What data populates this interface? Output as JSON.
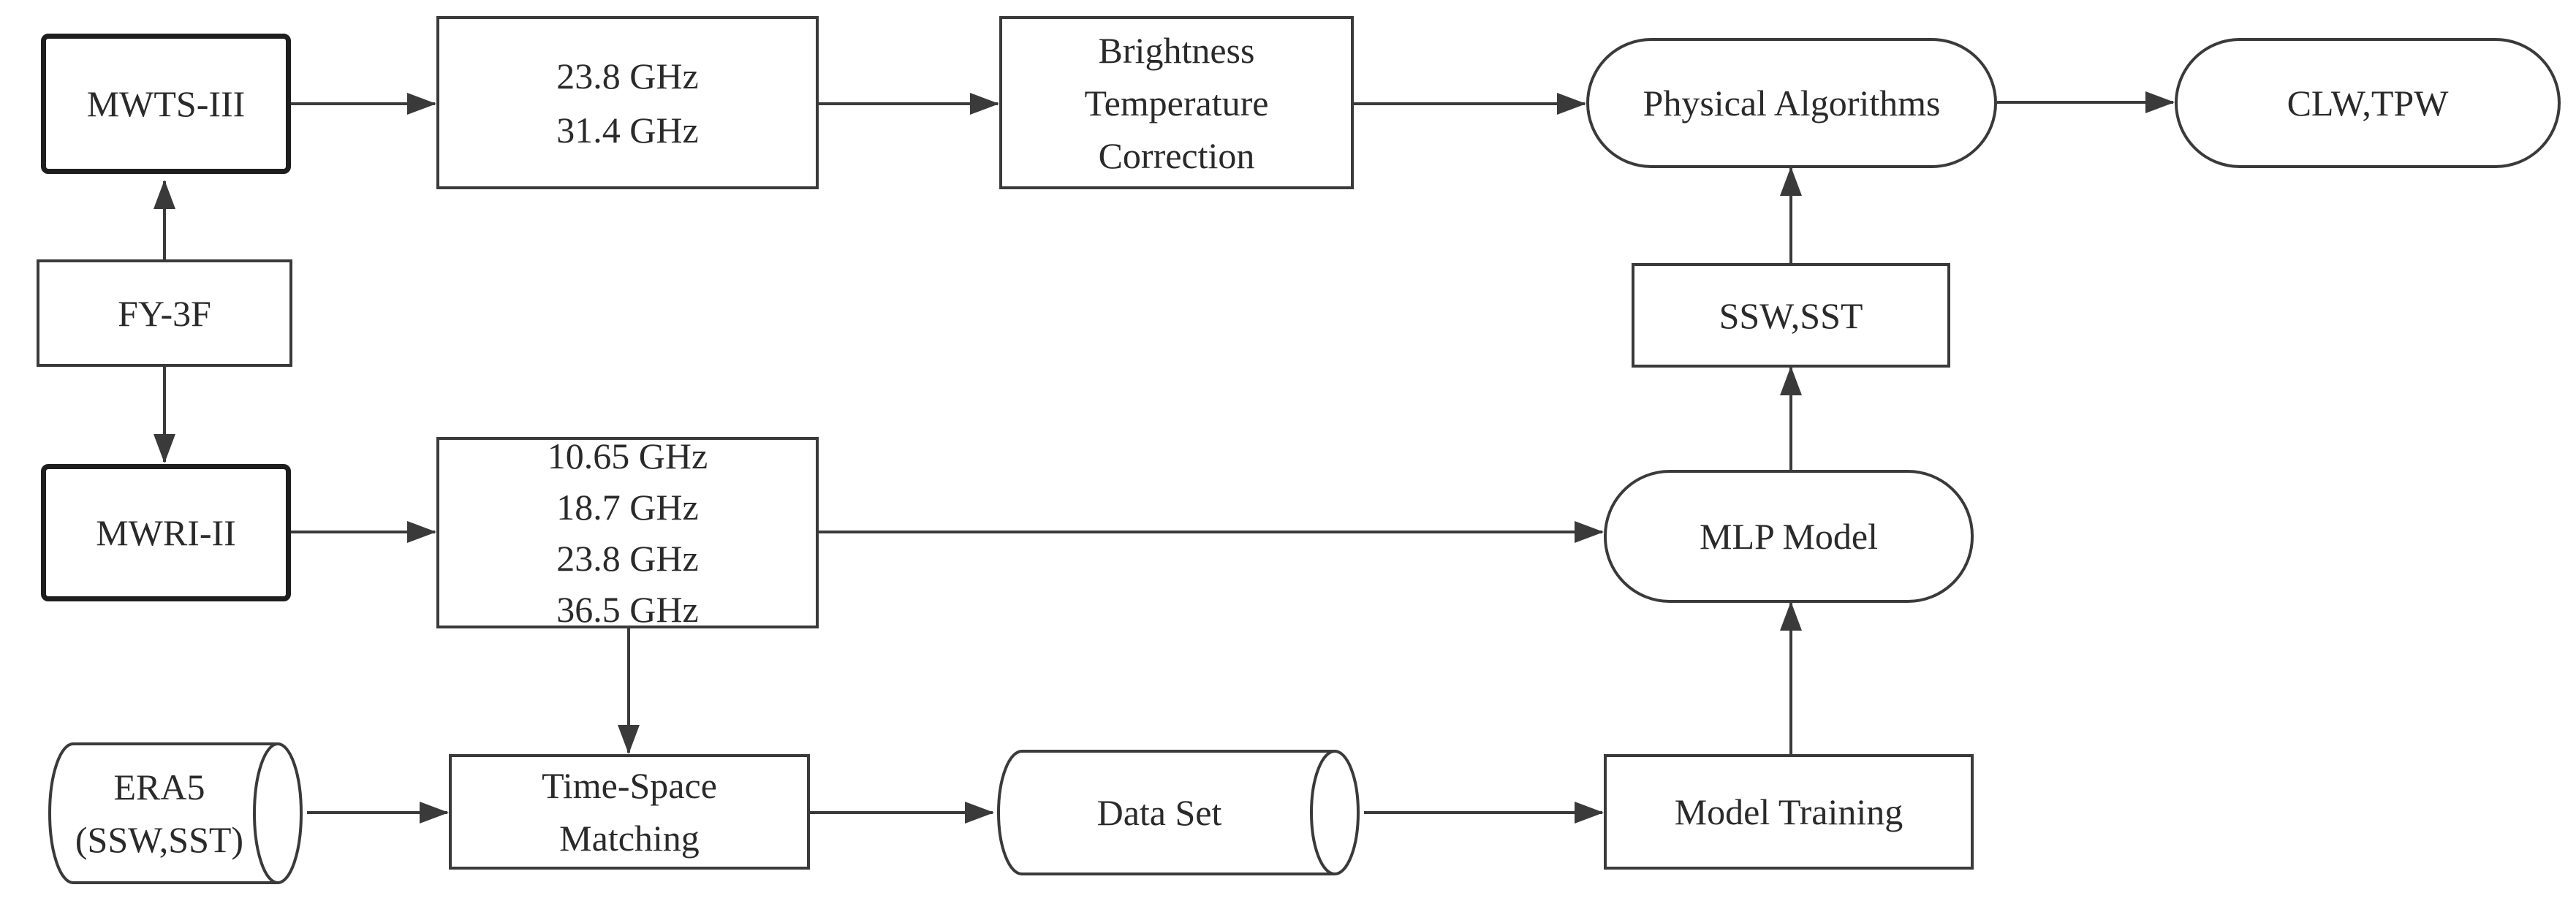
{
  "nodes": {
    "mwts": {
      "label": "MWTS-III"
    },
    "fy3f": {
      "label": "FY-3F"
    },
    "mwri": {
      "label": "MWRI-II"
    },
    "mwts_freq": {
      "lines": [
        "23.8 GHz",
        "31.4 GHz"
      ]
    },
    "mwri_freq": {
      "lines": [
        "10.65 GHz",
        "18.7 GHz",
        "23.8 GHz",
        "36.5 GHz"
      ]
    },
    "bt_correction": {
      "lines": [
        "Brightness",
        "Temperature",
        "Correction"
      ]
    },
    "physical": {
      "label": "Physical Algorithms"
    },
    "clw_tpw": {
      "label": "CLW,TPW"
    },
    "ssw_sst": {
      "label": "SSW,SST"
    },
    "mlp": {
      "label": "MLP Model"
    },
    "era5": {
      "lines": [
        "ERA5",
        "(SSW,SST)"
      ]
    },
    "matching": {
      "lines": [
        "Time-Space",
        "Matching"
      ]
    },
    "dataset": {
      "label": "Data Set"
    },
    "training": {
      "label": "Model Training"
    }
  },
  "colors": {
    "stroke": "#3a3a3a",
    "strong_stroke": "#1e1e1e",
    "text": "#2a2a2a"
  }
}
